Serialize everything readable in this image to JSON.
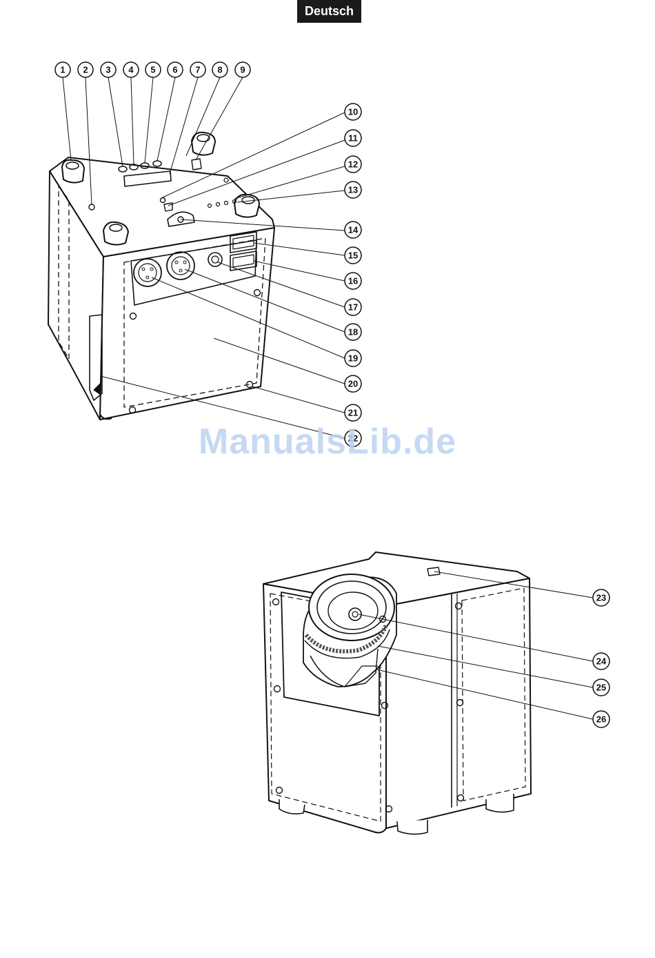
{
  "header": {
    "language_label": "Deutsch"
  },
  "watermark": {
    "text": "ManualsLib.de"
  },
  "figure_top": {
    "callouts": [
      "1",
      "2",
      "3",
      "4",
      "5",
      "6",
      "7",
      "8",
      "9",
      "10",
      "11",
      "12",
      "13",
      "14",
      "15",
      "16",
      "17",
      "18",
      "19",
      "20",
      "21",
      "22"
    ]
  },
  "figure_bottom": {
    "callouts": [
      "23",
      "24",
      "25",
      "26"
    ]
  }
}
